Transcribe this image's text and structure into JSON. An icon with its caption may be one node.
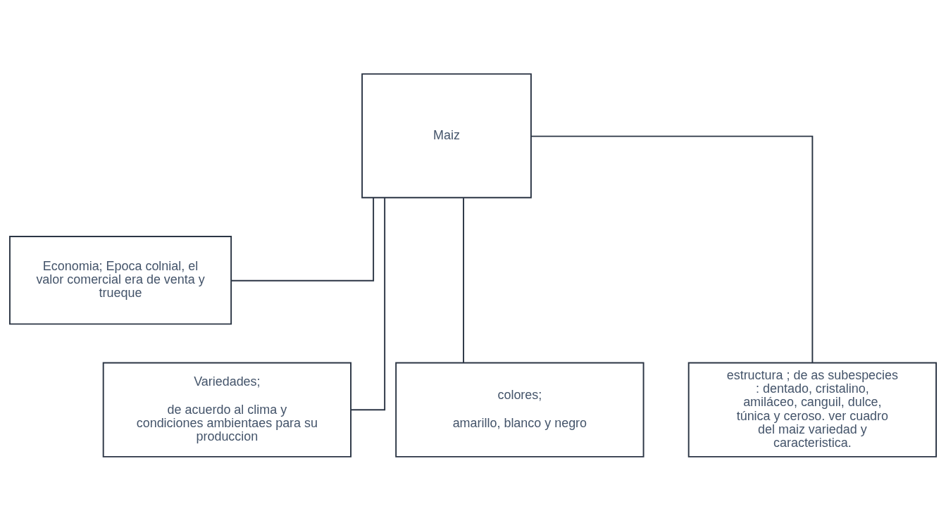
{
  "diagram": {
    "nodes": [
      {
        "text": [
          "Maiz"
        ]
      },
      {
        "text": [
          "Economia; Epoca colnial, el valor comercial era de venta y trueque"
        ]
      },
      {
        "text": [
          "Variedades;",
          "de acuerdo al clima y condiciones ambientaes para su produccion"
        ]
      },
      {
        "text": [
          "colores;",
          "amarillo, blanco y negro"
        ]
      },
      {
        "text": [
          "estructura ; de as subespecies : dentado, cristalino, amiláceo, canguil, dulce, túnica y ceroso. ver cuadro del maiz variedad y caracteristica."
        ]
      }
    ],
    "edges": [
      {
        "from": 0,
        "to": 1,
        "arrow": "none"
      },
      {
        "from": 0,
        "to": 2,
        "arrow": "none"
      },
      {
        "from": 0,
        "to": 3,
        "arrow": "none"
      },
      {
        "from": 0,
        "to": 4,
        "arrow": "none"
      }
    ]
  }
}
